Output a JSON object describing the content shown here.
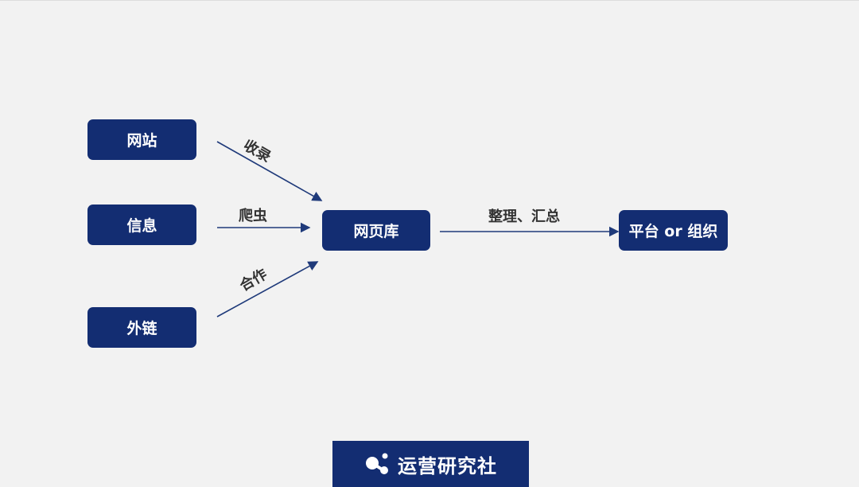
{
  "sources": [
    {
      "label": "网站"
    },
    {
      "label": "信息"
    },
    {
      "label": "外链"
    }
  ],
  "hub": {
    "label": "网页库"
  },
  "target": {
    "label": "平台 or 组织"
  },
  "edges": {
    "include": "收录",
    "crawler": "爬虫",
    "partner": "合作",
    "organize": "整理、汇总"
  },
  "brand": {
    "name": "运营研究社",
    "icon": "molecule-logo-icon"
  },
  "colors": {
    "box": "#132d72",
    "arrow": "#1f3a7a",
    "background": "#f2f2f2"
  }
}
